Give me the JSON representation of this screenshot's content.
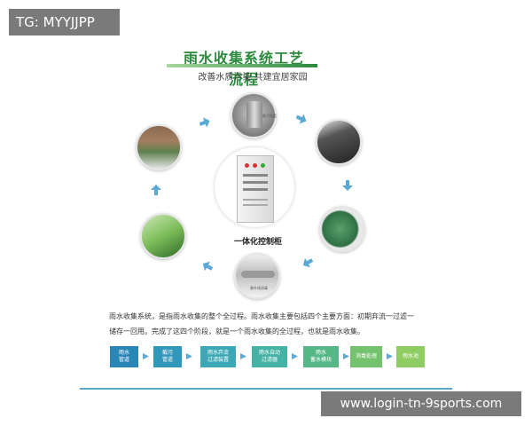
{
  "watermark_top": "TG: MYYJJPP",
  "watermark_bottom": "www.login-tn-9sports.com",
  "title": "雨水收集系统工艺流程",
  "subtitle": "改善水质污染  共建宜居家园",
  "center_label": "一体化控制柜",
  "node_labels": {
    "top": "截污挂篮",
    "bottom": "紫外线消毒"
  },
  "description_lines": [
    "雨水收集系统，是指雨水收集的整个全过程。雨水收集主要包括四个主要方面：初期弃流一过滤一",
    "储存一回用。完成了这四个阶段，就是一个雨水收集的全过程，也就是雨水收集。"
  ],
  "flow_steps": [
    {
      "lines": [
        "雨水",
        "管道"
      ],
      "color": "#2b86b8"
    },
    {
      "lines": [
        "截污",
        "管道"
      ],
      "color": "#3397bb"
    },
    {
      "lines": [
        "雨水弃流",
        "过滤装置"
      ],
      "color": "#3aa8b5"
    },
    {
      "lines": [
        "雨水自动",
        "过滤器"
      ],
      "color": "#44b3a5"
    },
    {
      "lines": [
        "雨水",
        "蓄水模块"
      ],
      "color": "#55b786"
    },
    {
      "lines": [
        "消毒处理"
      ],
      "color": "#74c26e"
    },
    {
      "lines": [
        "雨水池"
      ],
      "color": "#8fcd62"
    }
  ],
  "colors": {
    "title_green": "#2b8a3e",
    "arrow_blue": "#5aa9d6",
    "line_blue": "#5aa9c8"
  }
}
